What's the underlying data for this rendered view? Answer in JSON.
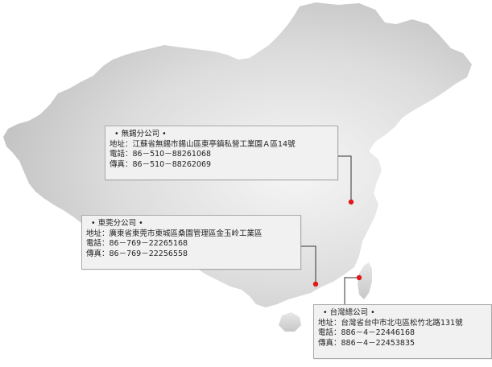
{
  "offices": [
    {
      "title": "• 無錫分公司 •",
      "address": "地址：江蘇省無錫市錫山區東亭鎮私營工業園Ａ區14號",
      "phone": "電話：86－510－88261068",
      "fax": "傳真：86－510－88262069"
    },
    {
      "title": "• 東莞分公司 •",
      "address": "地址：廣東省東莞市東城區桑園管理區金玉岭工業區",
      "phone": "電話：86－769－22265168",
      "fax": "傳真：86－769－22256558"
    },
    {
      "title": "• 台灣總公司 •",
      "address": "地址：台灣省台中市北屯區松竹北路131號",
      "phone": "電話：886－4－22446168",
      "fax": "傳真：886－4－22453835"
    }
  ],
  "colors": {
    "marker": "#e0181b",
    "map_fill_light": "#f4f4f4",
    "map_fill_dark": "#bdbdbd",
    "card_bg": "#f1f1f1"
  }
}
